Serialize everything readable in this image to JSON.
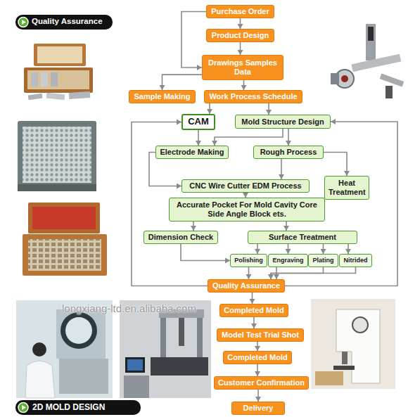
{
  "diagram": {
    "nodes": [
      {
        "text": [
          "Purchase Order"
        ]
      },
      {
        "text": [
          "Product Design"
        ]
      },
      {
        "text": [
          "Drawings Samples Data"
        ]
      },
      {
        "text": [
          "Sample Making"
        ]
      },
      {
        "text": [
          "Work Process Schedule"
        ]
      },
      {
        "text": [
          "CAM"
        ]
      },
      {
        "text": [
          "Mold Structure Design"
        ]
      },
      {
        "text": [
          "Electrode Making"
        ]
      },
      {
        "text": [
          "Rough Process"
        ]
      },
      {
        "text": [
          "Heat Treatment"
        ]
      },
      {
        "text": [
          "CNC Wire Cutter EDM Process"
        ]
      },
      {
        "text": [
          "Accurate Pocket For Mold Cavity Core Side Angle Block ets."
        ]
      },
      {
        "text": [
          "Dimension Check"
        ]
      },
      {
        "text": [
          "Surface Treatment"
        ]
      },
      {
        "text": [
          "Polishing"
        ]
      },
      {
        "text": [
          "Engraving"
        ]
      },
      {
        "text": [
          "Plating"
        ]
      },
      {
        "text": [
          "Nitrided"
        ]
      },
      {
        "text": [
          "Quality Assurance"
        ]
      },
      {
        "text": [
          "Completed Mold"
        ]
      },
      {
        "text": [
          "Model Test Trial Shot"
        ]
      },
      {
        "text": [
          "Completed Mold"
        ]
      },
      {
        "text": [
          "Customer Confirmation"
        ]
      },
      {
        "text": [
          "Delivery"
        ]
      }
    ],
    "edges": [
      {
        "from": 0,
        "to": 1,
        "arrow": "to"
      },
      {
        "from": 1,
        "to": 2,
        "arrow": "to"
      },
      {
        "from": 0,
        "to": 2,
        "arrow": "to"
      },
      {
        "from": 2,
        "to": 3,
        "arrow": "to"
      },
      {
        "from": 2,
        "to": 4,
        "arrow": "to"
      },
      {
        "from": 4,
        "to": 5,
        "arrow": "to"
      },
      {
        "from": 4,
        "to": 6,
        "arrow": "to"
      },
      {
        "from": 5,
        "to": 7,
        "arrow": "to"
      },
      {
        "from": 6,
        "to": 7,
        "arrow": "to"
      },
      {
        "from": 6,
        "to": 8,
        "arrow": "to"
      },
      {
        "from": 8,
        "to": 9,
        "arrow": "to"
      },
      {
        "from": 7,
        "to": 10,
        "arrow": "to"
      },
      {
        "from": 8,
        "to": 10,
        "arrow": "to"
      },
      {
        "from": 10,
        "to": 11,
        "arrow": "to"
      },
      {
        "from": 11,
        "to": 12,
        "arrow": "to"
      },
      {
        "from": 11,
        "to": 13,
        "arrow": "to"
      },
      {
        "from": 13,
        "to": 14,
        "arrow": "to"
      },
      {
        "from": 13,
        "to": 15,
        "arrow": "to"
      },
      {
        "from": 13,
        "to": 16,
        "arrow": "to"
      },
      {
        "from": 13,
        "to": 17,
        "arrow": "to"
      },
      {
        "from": 12,
        "to": 14,
        "arrow": "to"
      },
      {
        "from": 14,
        "to": 18,
        "arrow": "to"
      },
      {
        "from": 15,
        "to": 18,
        "arrow": "to"
      },
      {
        "from": 16,
        "to": 18,
        "arrow": "to"
      },
      {
        "from": 17,
        "to": 18,
        "arrow": "to"
      },
      {
        "from": 18,
        "to": 5,
        "arrow": "to"
      },
      {
        "from": 18,
        "to": 6,
        "arrow": "to"
      },
      {
        "from": 18,
        "to": 19,
        "arrow": "to"
      },
      {
        "from": 19,
        "to": 20,
        "arrow": "to"
      },
      {
        "from": 20,
        "to": 21,
        "arrow": "to"
      },
      {
        "from": 21,
        "to": 22,
        "arrow": "to"
      },
      {
        "from": 22,
        "to": 23,
        "arrow": "to"
      }
    ],
    "labels": [
      "Quality Assurance",
      "longxiang-ltd.en.alibaba.com",
      "2D MOLD DESIGN"
    ]
  }
}
